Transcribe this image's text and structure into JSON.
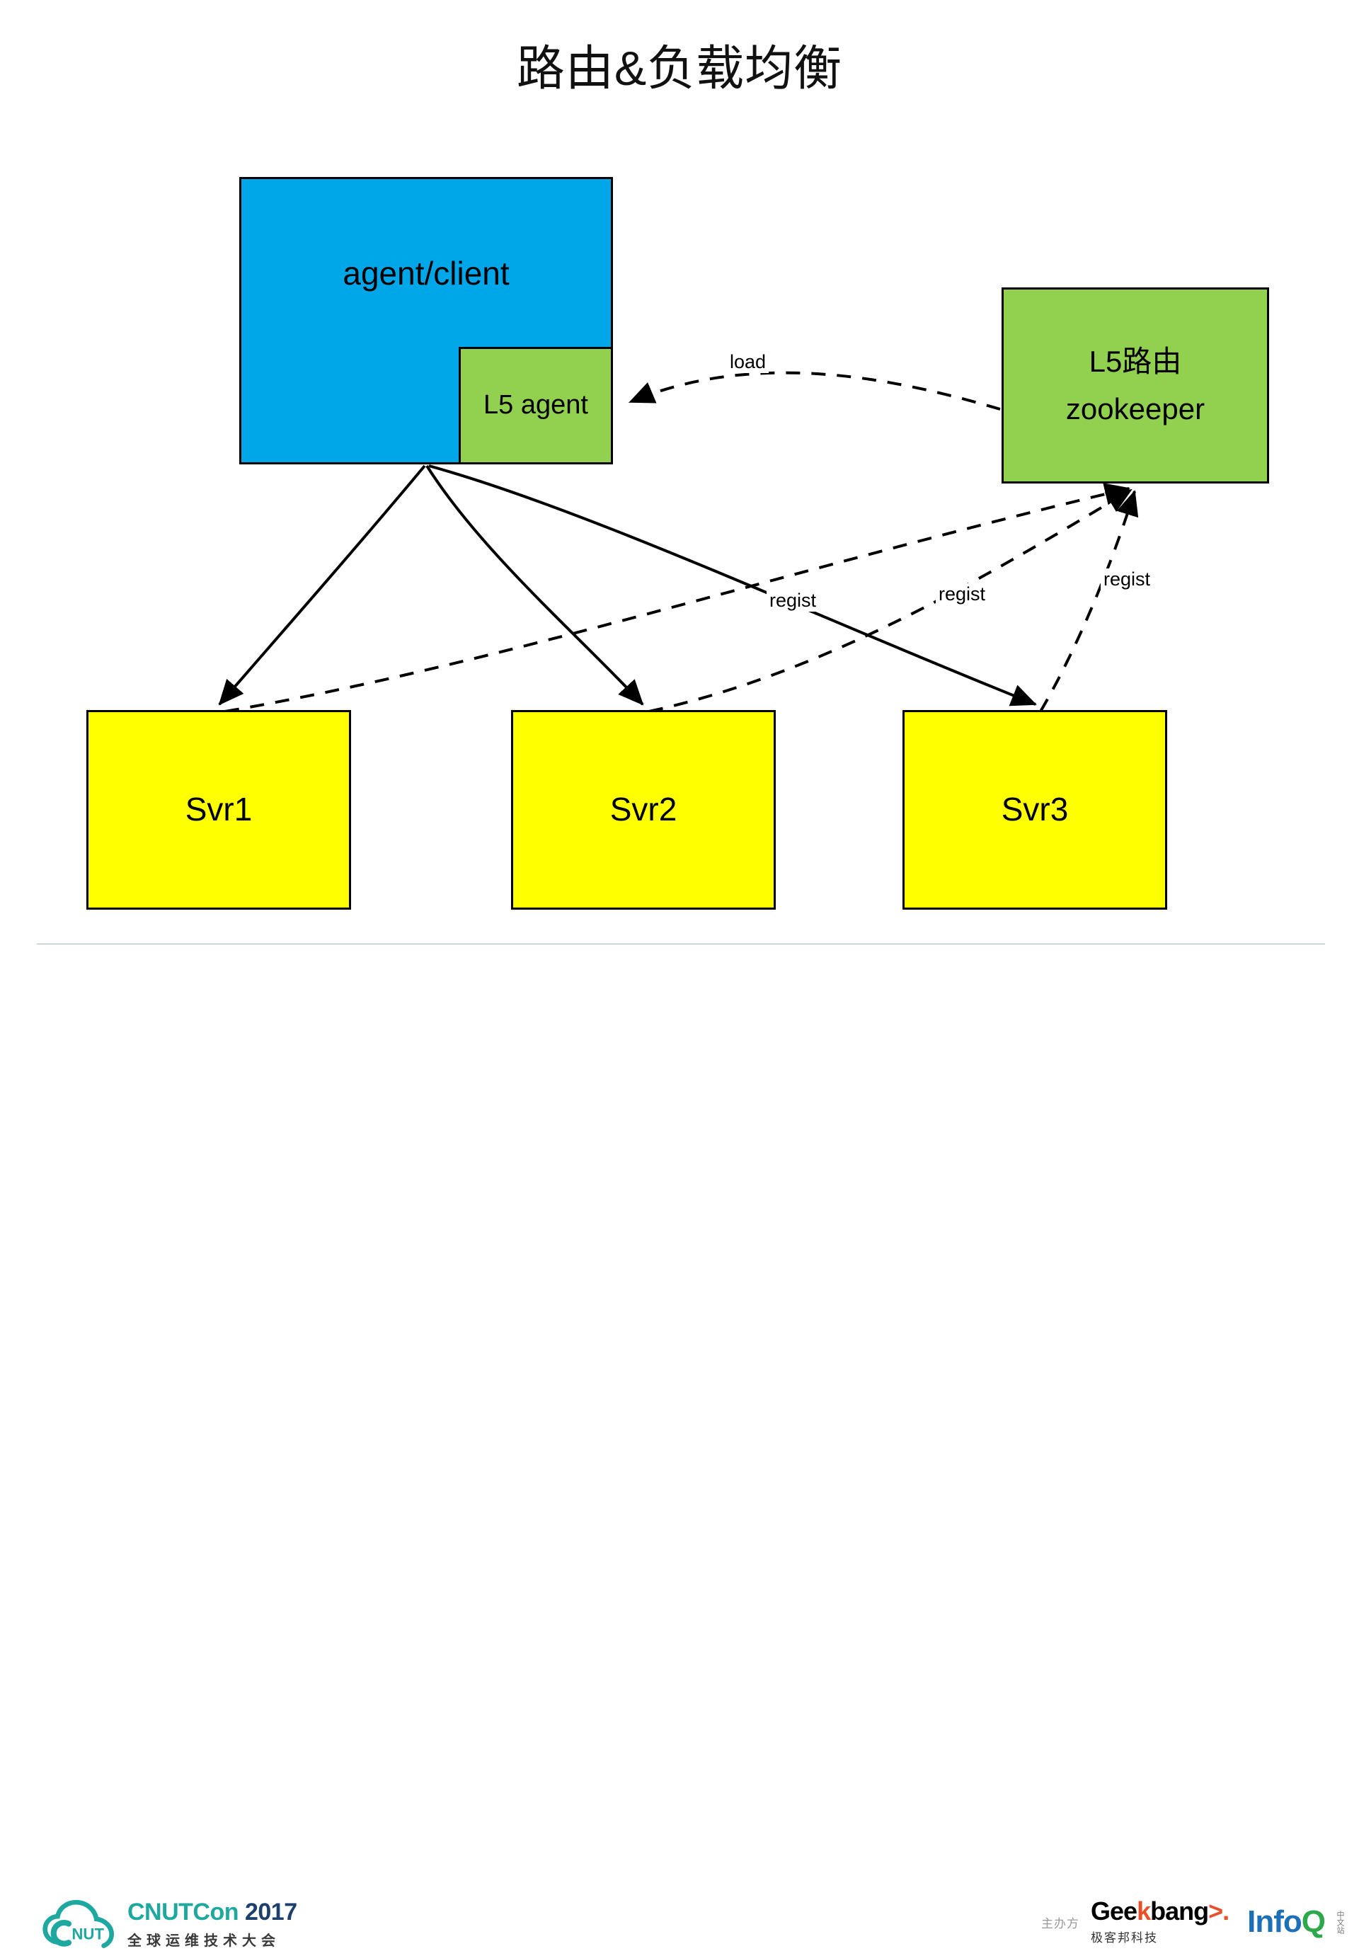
{
  "slide": {
    "title": "路由&负载均衡",
    "background": "#ffffff"
  },
  "colors": {
    "agent_blue": "#00A7E8",
    "node_green": "#92D050",
    "server_yellow": "#FFFF00",
    "stroke_black": "#000000",
    "footer_rule": "#9fb8cd",
    "cnut_teal": "#1fa8a0",
    "cnut_navy": "#1c3f6e",
    "geek_orange": "#e8502a",
    "infoq_blue": "#1d6fb8",
    "infoq_green": "#2da84a"
  },
  "diagram": {
    "nodes": [
      {
        "id": "agent",
        "label": "agent/client",
        "fill": "#00A7E8"
      },
      {
        "id": "l5agent",
        "label": "L5 agent",
        "fill": "#92D050"
      },
      {
        "id": "l5route",
        "label_line1": "L5路由",
        "label_line2": "zookeeper",
        "fill": "#92D050"
      },
      {
        "id": "svr1",
        "label": "Svr1",
        "fill": "#FFFF00"
      },
      {
        "id": "svr2",
        "label": "Svr2",
        "fill": "#FFFF00"
      },
      {
        "id": "svr3",
        "label": "Svr3",
        "fill": "#FFFF00"
      }
    ],
    "edges": [
      {
        "id": "load",
        "from": "l5route",
        "to": "l5agent",
        "style": "dashed",
        "label": "load"
      },
      {
        "id": "route1",
        "from": "agent",
        "to": "svr1",
        "style": "solid",
        "label": ""
      },
      {
        "id": "route2",
        "from": "agent",
        "to": "svr2",
        "style": "solid",
        "label": ""
      },
      {
        "id": "route3",
        "from": "agent",
        "to": "svr3",
        "style": "solid",
        "label": ""
      },
      {
        "id": "regist1",
        "from": "svr1",
        "to": "l5route",
        "style": "dashed",
        "label": "regist"
      },
      {
        "id": "regist2",
        "from": "svr2",
        "to": "l5route",
        "style": "dashed",
        "label": "regist"
      },
      {
        "id": "regist3",
        "from": "svr3",
        "to": "l5route",
        "style": "dashed",
        "label": "regist"
      }
    ]
  },
  "footer": {
    "cnut": {
      "main_teal": "CNUTCon ",
      "main_navy": "2017",
      "sub": "全球运维技术大会",
      "mark_text": "CNUT"
    },
    "sponsors": {
      "host_label": "主办方",
      "geekbang_main_a": "Gee",
      "geekbang_main_k": "k",
      "geekbang_main_b": "bang",
      "geekbang_main_arrow": ">.",
      "geekbang_sub": "极客邦科技",
      "infoq_blue": "Info",
      "infoq_green": "Q",
      "infoq_tm": "中文站"
    }
  }
}
